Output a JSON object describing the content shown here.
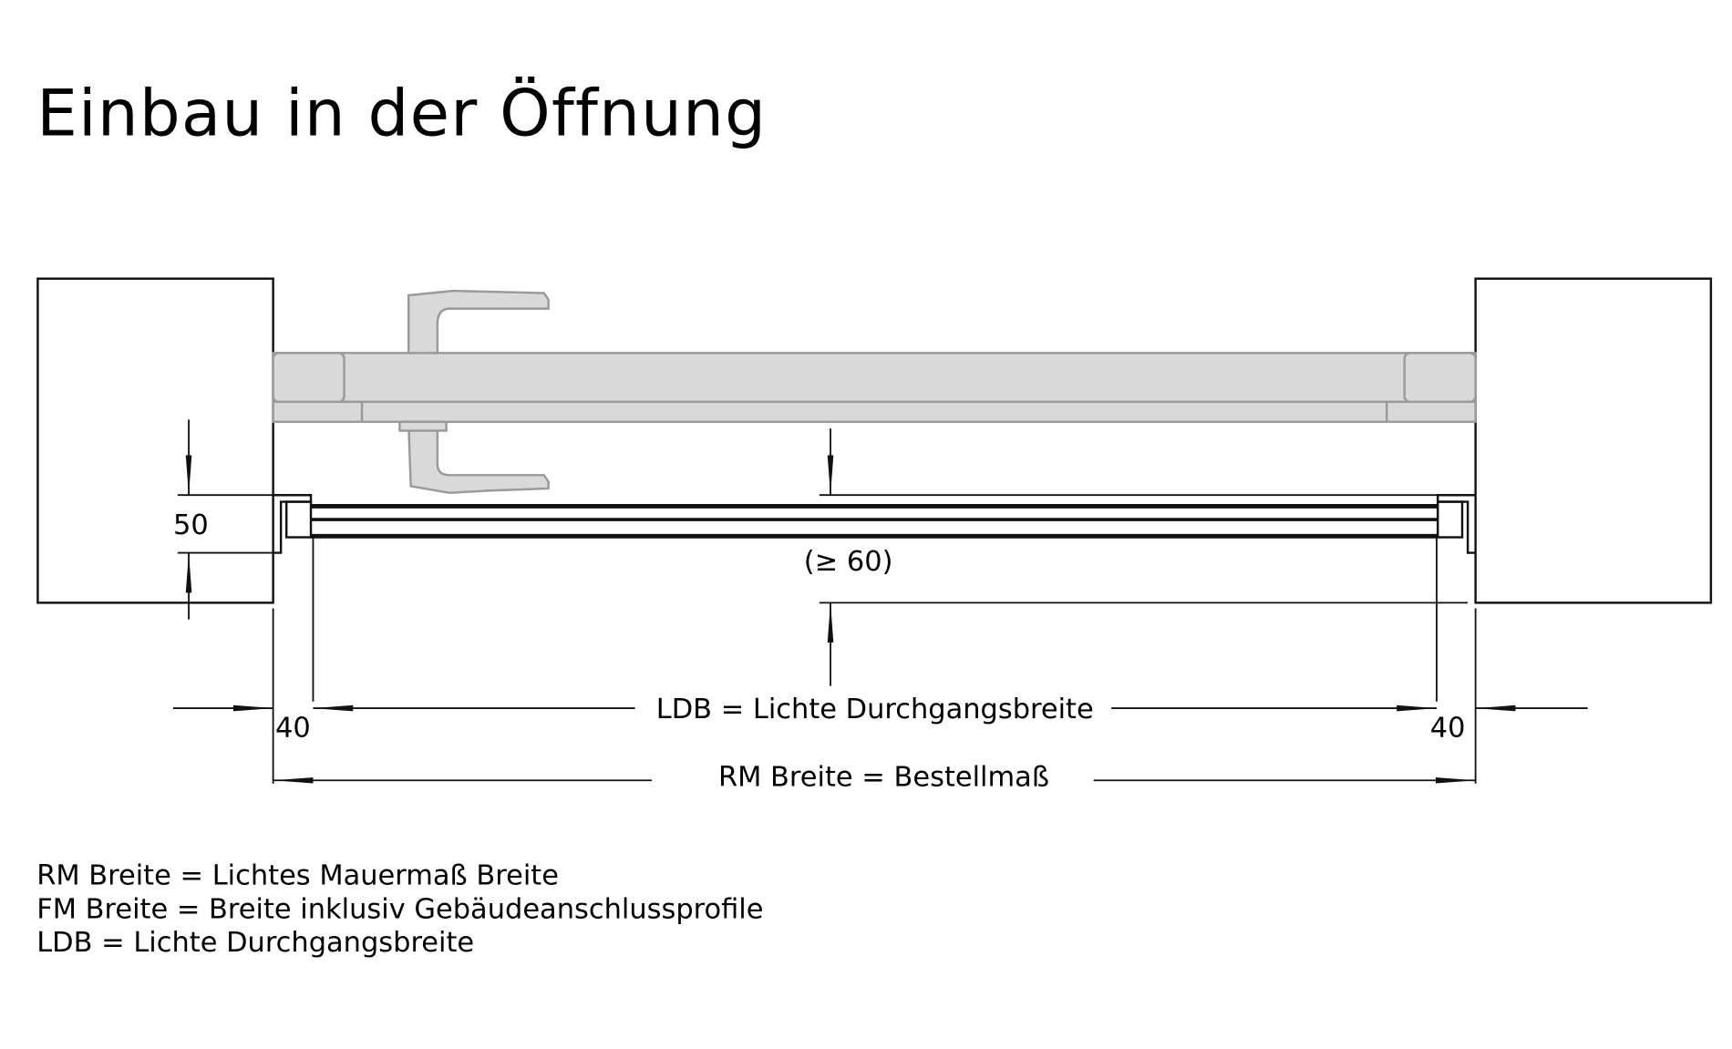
{
  "title": "Einbau in der Öffnung",
  "dimensions": {
    "height": "50",
    "gap": "(≥ 60)",
    "ldb": "LDB = Lichte Durchgangsbreite",
    "left_offset": "40",
    "right_offset": "40",
    "rm": "RM Breite = Bestellmaß"
  },
  "legend": [
    "RM Breite = Lichtes Mauermaß Breite",
    "FM Breite = Breite inklusiv Gebäudeanschlussprofile",
    "LDB = Lichte Durchgangsbreite"
  ],
  "colors": {
    "line": "#111111",
    "panic_bar_fill": "#d9d9d9",
    "panic_bar_stroke": "#9a9a9a"
  }
}
